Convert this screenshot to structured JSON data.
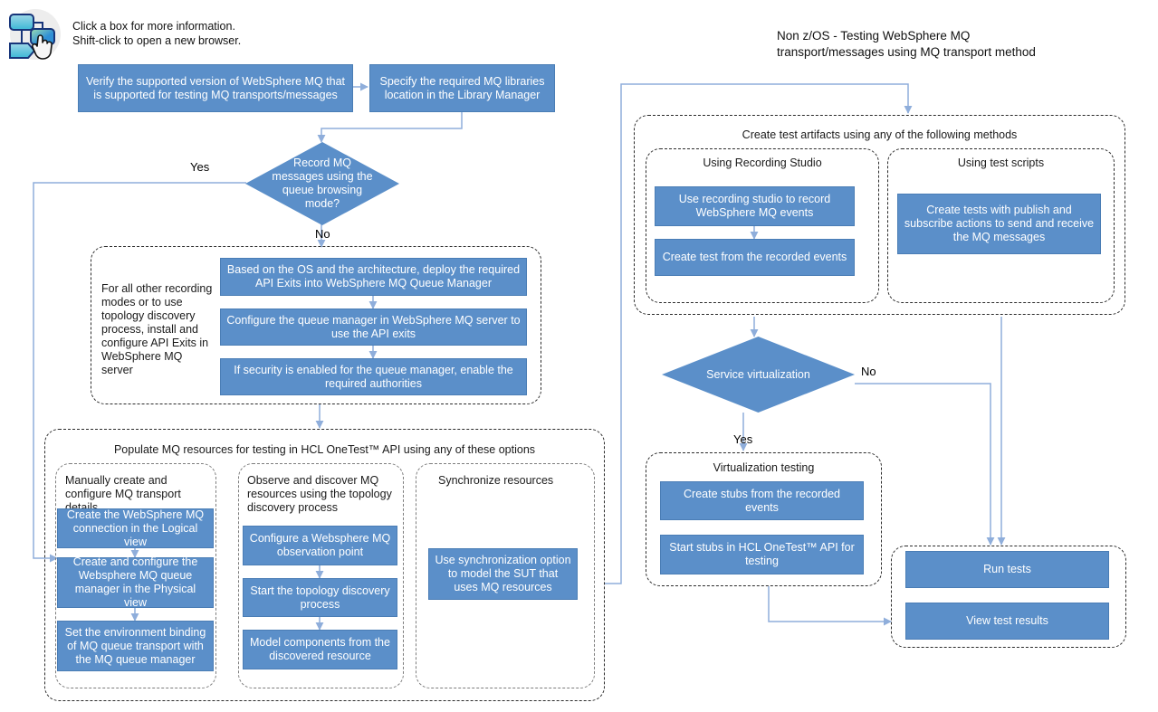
{
  "legend": {
    "icon_name": "flowchart-click-icon",
    "line1": "Click a box for more information.",
    "line2": "Shift-click to open a new browser."
  },
  "title": {
    "line1": "Non z/OS - Testing WebSphere MQ",
    "line2": "transport/messages using MQ transport method"
  },
  "colors": {
    "node_fill": "#5b8fc9",
    "node_border": "#4a7db5",
    "connector": "#8faedb",
    "group_border": "#2b2b2b",
    "text_dark": "#1a1a1a"
  },
  "nodes": {
    "verify_version": "Verify the supported version of WebSphere MQ that is supported for testing MQ transports/messages",
    "specify_libraries": "Specify the required  MQ libraries location in the Library Manager",
    "deploy_api_exits": "Based on the OS and the architecture, deploy the required API Exits into WebSphere MQ Queue Manager",
    "configure_queue_manager": "Configure the queue manager in WebSphere MQ server to use the API exits",
    "enable_authorities": "If security is enabled for the queue manager, enable the required authorities",
    "create_connection": "Create the WebSphere MQ connection in the Logical view",
    "create_queue_manager": "Create and configure the Websphere MQ queue manager in the Physical view",
    "set_environment_binding": "Set the environment binding of MQ queue transport with the MQ queue manager",
    "configure_observation_point": "Configure a Websphere MQ observation point",
    "start_topology_discovery": "Start the topology discovery process",
    "model_components": "Model components from the discovered resource",
    "use_synchronization": "Use synchronization option to model the SUT that uses MQ resources",
    "use_recording_studio": "Use recording studio to record WebSphere MQ events",
    "create_test_recorded": "Create test from the recorded events",
    "create_tests_pubsub": "Create tests with publish and subscribe actions to send and receive the MQ messages",
    "create_stubs": "Create stubs from the recorded events",
    "start_stubs": "Start stubs in HCL OneTest™ API for testing",
    "run_tests": "Run tests",
    "view_test_results": "View test results"
  },
  "decisions": {
    "record_mq": "Record MQ messages using the queue browsing mode?",
    "service_virtualization": "Service virtualization"
  },
  "edge_labels": {
    "record_yes": "Yes",
    "record_no": "No",
    "virtualization_yes": "Yes",
    "virtualization_no": "No"
  },
  "groups": {
    "api_exits_note": "For all other recording modes or to use topology discovery process, install and configure API Exits in WebSphere MQ server",
    "populate_resources": "Populate MQ resources for testing in HCL OneTest™ API using any of these options",
    "manual_create": "Manually create and configure MQ transport details",
    "observe_discover": "Observe and discover MQ resources using the topology discovery process",
    "synchronize_resources": "Synchronize resources",
    "create_test_artifacts": "Create test artifacts using any of the following methods",
    "using_recording_studio": "Using Recording Studio",
    "using_test_scripts": "Using test scripts",
    "virtualization_testing": "Virtualization testing"
  }
}
